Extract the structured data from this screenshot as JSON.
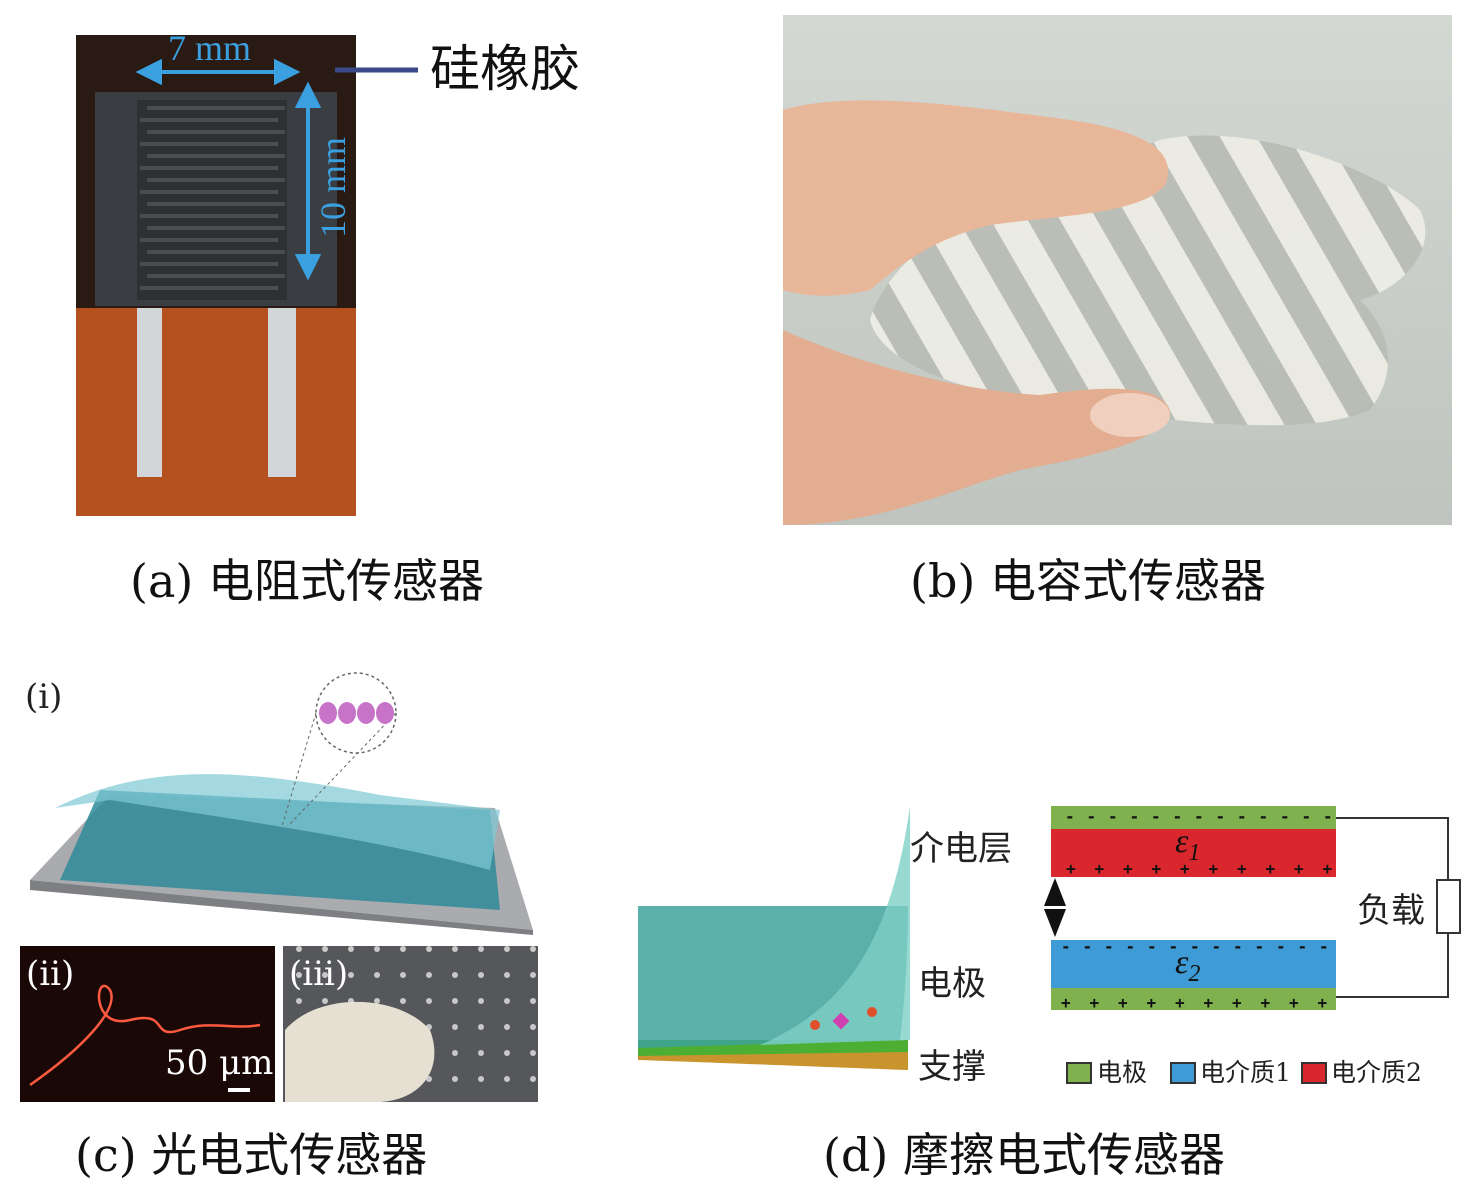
{
  "panel_a": {
    "caption": "(a) 电阻式传感器",
    "label_material": "硅橡胶",
    "dim_width": "7 mm",
    "dim_height": "10 mm"
  },
  "panel_b": {
    "caption": "(b) 电容式传感器"
  },
  "panel_c": {
    "caption": "(c) 光电式传感器",
    "sub_i": "(i)",
    "sub_ii": "(ii)",
    "sub_iii": "(iii)",
    "scale_bar": "50 μm"
  },
  "panel_d": {
    "caption": "(d) 摩擦电式传感器",
    "label_dielectric_layer": "介电层",
    "label_electrode": "电极",
    "label_support": "支撑",
    "label_load": "负载",
    "epsilon1": "ε",
    "epsilon1_sub": "1",
    "epsilon2": "ε",
    "epsilon2_sub": "2",
    "legend": [
      {
        "label": "电极",
        "color": "#7fb24e"
      },
      {
        "label": "电介质1",
        "color": "#3e9bd5"
      },
      {
        "label": "电介质2",
        "color": "#d9272d"
      }
    ]
  },
  "colors": {
    "dimension_arrow": "#3aa0e0",
    "orange_substrate": "#b5501f"
  }
}
